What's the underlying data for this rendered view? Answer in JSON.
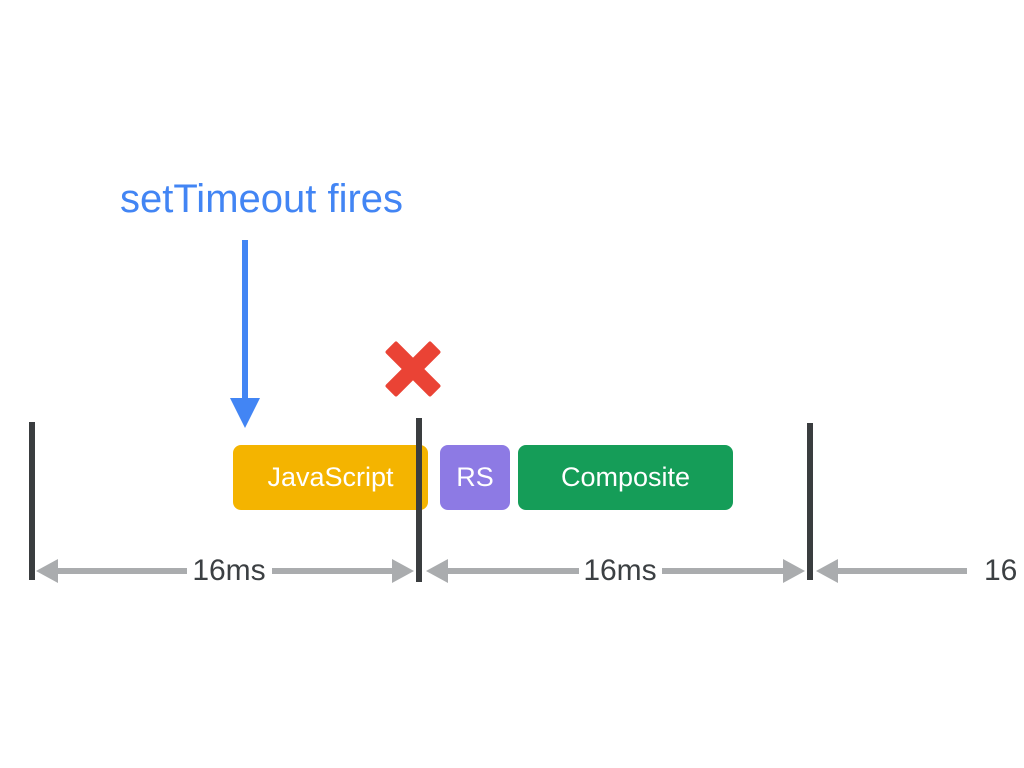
{
  "annotation": {
    "label": "setTimeout fires",
    "color": "#4285F4"
  },
  "marker": {
    "icon": "x-mark",
    "color": "#EA4335"
  },
  "tasks": [
    {
      "label": "JavaScript",
      "color": "#F4B400"
    },
    {
      "label": "RS",
      "color": "#8D7AE4"
    },
    {
      "label": "Composite",
      "color": "#159D58"
    }
  ],
  "measures": [
    {
      "label": "16ms"
    },
    {
      "label": "16ms"
    },
    {
      "label": "16"
    }
  ],
  "colors": {
    "frame_line": "#3A3D3F",
    "measure_arrow": "#AAACAE",
    "measure_text": "#3C4043",
    "background": "#FFFFFF"
  }
}
